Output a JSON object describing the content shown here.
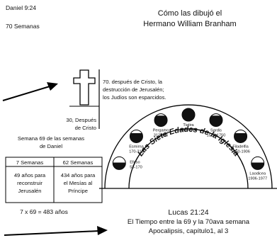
{
  "header": {
    "reference": "Daniel 9:24",
    "weeks": "70 Semanas",
    "title_line1": "Cómo las dibujó el",
    "title_line2": "Hermano William Branham"
  },
  "cross_note": {
    "line1": "70. después de Cristo, la",
    "line2": "destrucción de Jerusalén;",
    "line3": "los Judíos son esparcidos."
  },
  "cross_date": {
    "line1": "30, Después",
    "line2": "de Cristo"
  },
  "week69_caption": {
    "line1": "Semana 69 de las semanas",
    "line2": "de Daniel"
  },
  "weeks_table": {
    "col1_header": "7 Semanas",
    "col2_header": "62 Semanas",
    "col1_body": [
      "49 años para",
      "reconstruir",
      "Jerusalén"
    ],
    "col2_body": [
      "434 años para",
      "el Mesías al",
      "Príncipe"
    ]
  },
  "formula": "7 x 69 = 483 años",
  "arch_label": "Las Siete Edades de la Iglesia",
  "ages": [
    {
      "name": "Efeso",
      "years": "53-170"
    },
    {
      "name": "Esmirna",
      "years": "170-312"
    },
    {
      "name": "Pergamo",
      "years": "312-606"
    },
    {
      "name": "Tiatira",
      "years": "606-1520"
    },
    {
      "name": "Sardis",
      "years": "1520-1750"
    },
    {
      "name": "Filadelfia",
      "years": "1750-1906"
    },
    {
      "name": "Laodicea",
      "years": "1906-1977"
    }
  ],
  "bottom": {
    "reference": "Lucas 21:24",
    "line2": "El Tiempo entre la 69 y la 70ava semana",
    "line3": "Apocalipsis, capítulo1, al 3"
  }
}
